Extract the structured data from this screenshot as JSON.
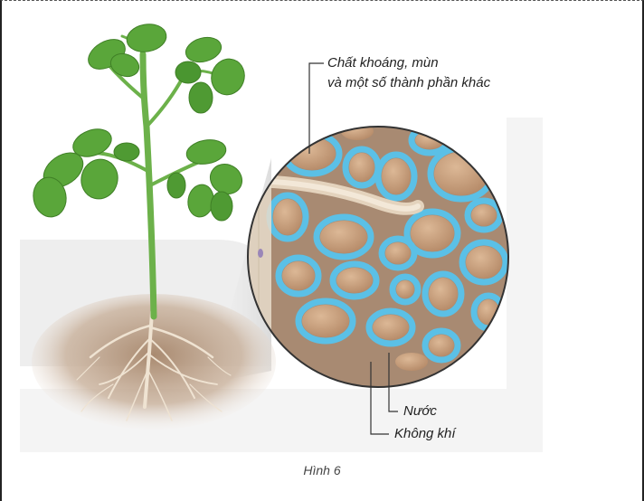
{
  "labels": {
    "minerals_line1": "Chất khoáng, mùn",
    "minerals_line2": "và một số thành phần khác",
    "water": "Nước",
    "air": "Không khí"
  },
  "caption": "Hình 6",
  "colors": {
    "soil_brown": "#a88a72",
    "particle": "#c9a282",
    "water_blue": "#5bc0e6",
    "leaf_green": "#5aa63a",
    "stem_green": "#6bb04a",
    "root": "#ede0cf"
  }
}
